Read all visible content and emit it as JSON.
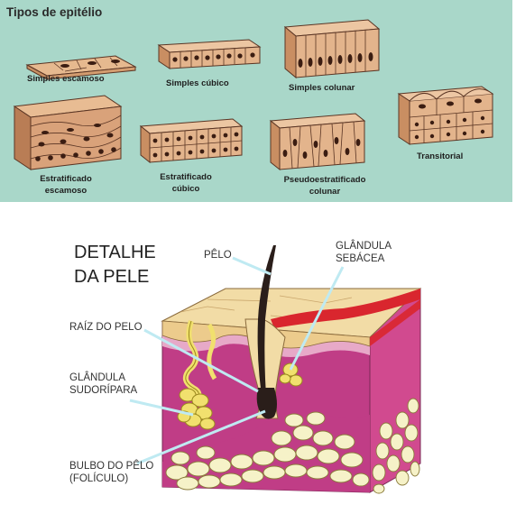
{
  "epithelium": {
    "title": "Tipos de epitélio",
    "labels": {
      "simples_escamoso": "Simples escamoso",
      "simples_cubico": "Simples cúbico",
      "simples_colunar": "Simples colunar",
      "estratificado_escamoso_l1": "Estratificado",
      "estratificado_escamoso_l2": "escamoso",
      "estratificado_cubico_l1": "Estratificado",
      "estratificado_cubico_l2": "cúbico",
      "pseudo_l1": "Pseudoestratificado",
      "pseudo_l2": "colunar",
      "transitorial": "Transitorial"
    }
  },
  "skin": {
    "title_line1": "DETALHE",
    "title_line2": "DA PELE",
    "pelo": "PÊLO",
    "glandula_sebacea_l1": "GLÂNDULA",
    "glandula_sebacea_l2": "SEBÁCEA",
    "raiz_do_pelo": "RAÍZ DO PELO",
    "glandula_sudoripara_l1": "GLÂNDULA",
    "glandula_sudoripara_l2": "SUDORÍPARA",
    "bulbo_l1": "BULBO DO PÊLO",
    "bulbo_l2": "(FOLÍCULO)"
  },
  "colors": {
    "panel_bg": "#a9d7c9",
    "cell_fill": "#e3b48c",
    "nucleus": "#3b1d12",
    "dermis": "#c03d86",
    "epidermis": "#f2dca6",
    "fat": "#f6f2c8",
    "gland": "#f1e06e",
    "leader": "#bfeaf2"
  }
}
